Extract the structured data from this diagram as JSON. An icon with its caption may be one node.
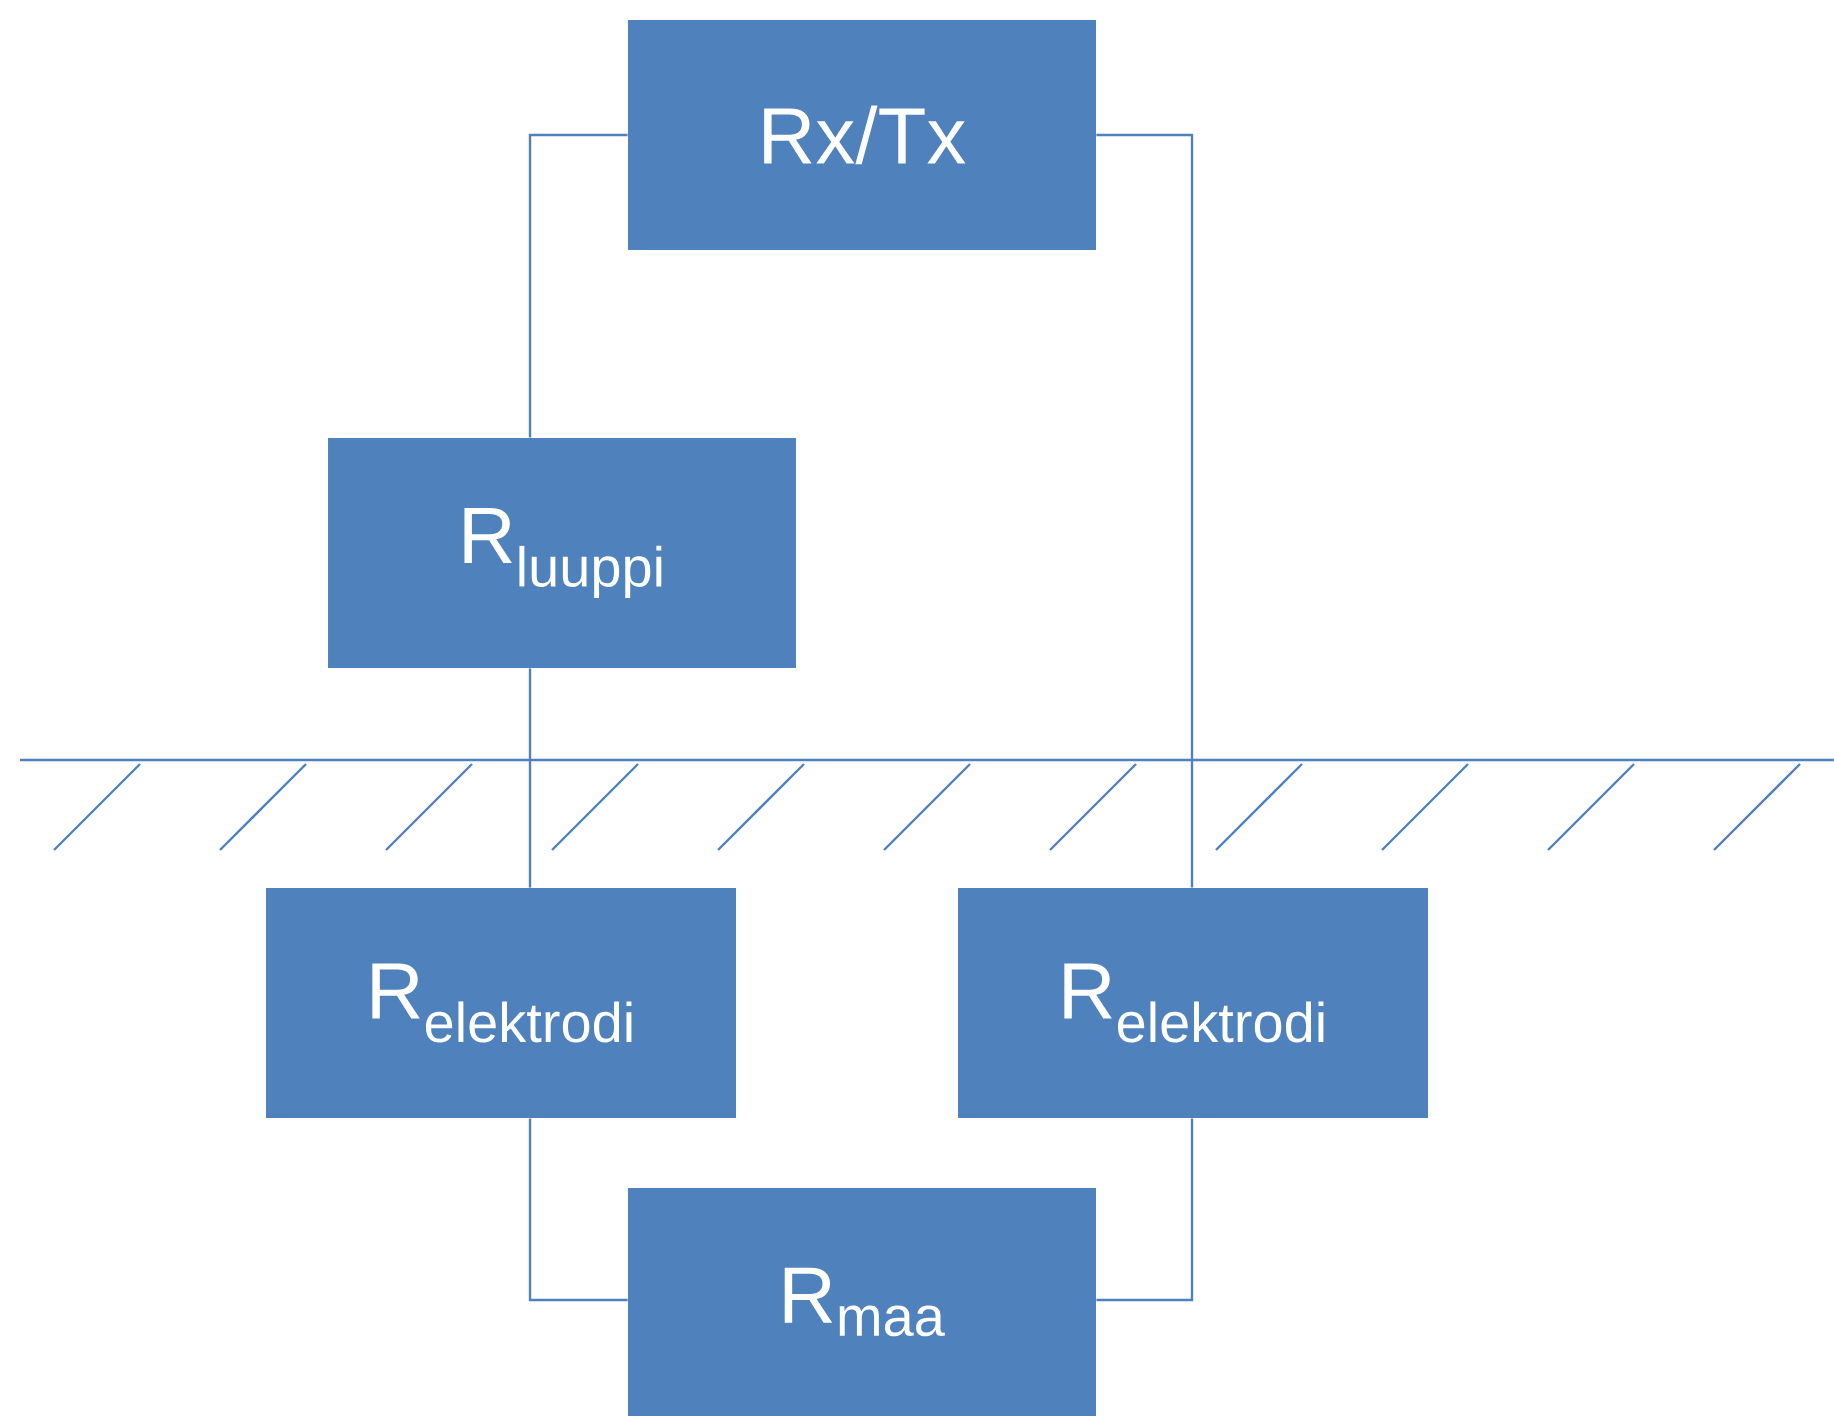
{
  "diagram": {
    "nodes": [
      {
        "text": [
          "Rx/Tx"
        ]
      },
      {
        "text": [
          "\\mathrm{R}_{\\mathrm{luuppi}}"
        ]
      },
      {
        "text": [
          "\\mathrm{R}_{\\mathrm{elektrodi}}"
        ]
      },
      {
        "text": [
          "\\mathrm{R}_{\\mathrm{elektrodi}}"
        ]
      },
      {
        "text": [
          "\\mathrm{R}_{\\mathrm{maa}}"
        ]
      }
    ],
    "edges": [
      {
        "from": 0,
        "to": 1,
        "arrow": "none"
      },
      {
        "from": 1,
        "to": 2,
        "arrow": "none"
      },
      {
        "from": 0,
        "to": 3,
        "arrow": "none"
      },
      {
        "from": 2,
        "to": 4,
        "arrow": "none"
      },
      {
        "from": 3,
        "to": 4,
        "arrow": "none"
      }
    ]
  }
}
